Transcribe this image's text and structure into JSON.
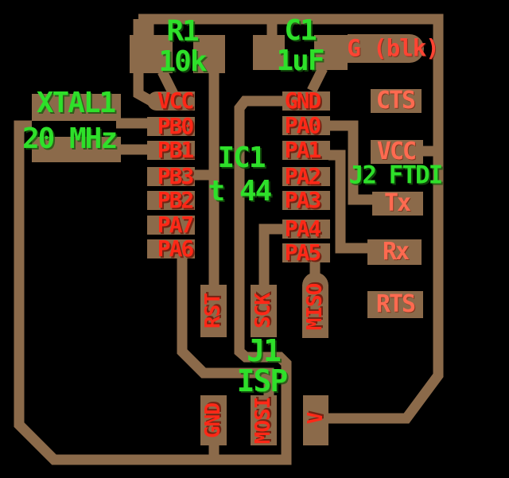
{
  "board": {
    "colors": {
      "background": "#000000",
      "copper": "#8b6a4a",
      "pin_label": "#ff2817",
      "ftdi_label": "#ff6a50",
      "silkscreen": "#2ee02a"
    },
    "r1": {
      "ref": "R1",
      "value": "10k"
    },
    "c1": {
      "ref": "C1",
      "value": "1uF"
    },
    "xtal1": {
      "ref": "XTAL1",
      "value": "20 MHz"
    },
    "ic1": {
      "ref": "IC1",
      "value": "t 44",
      "left_pins": [
        "VCC",
        "PB0",
        "PB1",
        "PB3",
        "PB2",
        "PA7",
        "PA6"
      ],
      "right_pins": [
        "GND",
        "PA0",
        "PA1",
        "PA2",
        "PA3",
        "PA4",
        "PA5"
      ]
    },
    "j1": {
      "ref": "J1",
      "name": "ISP",
      "top_pads": [
        "RST",
        "SCK",
        "MISO"
      ],
      "bottom_pads": [
        "GND",
        "MOSI",
        "V"
      ]
    },
    "j2": {
      "ref": "J2 FTDI",
      "gnd_wire": "G (blk)",
      "pads": [
        "CTS",
        "VCC",
        "Tx",
        "Rx",
        "RTS"
      ]
    }
  }
}
